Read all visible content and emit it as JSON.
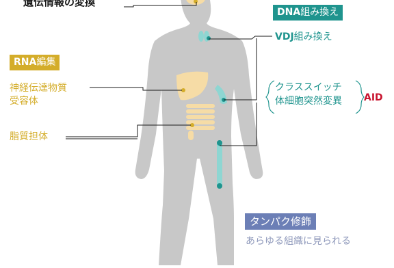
{
  "title": "遺伝情報の変換",
  "dna_tag": {
    "strong": "DNA",
    "rest": "組み換え"
  },
  "vdj": {
    "strong": "VDJ",
    "rest": "組み換え"
  },
  "rna_tag": {
    "strong": "RNA",
    "rest": "編集"
  },
  "rna_targets": [
    "神経伝達物質",
    "受容体"
  ],
  "fat_label": "脂質担体",
  "class_switch": [
    "クラススイッチ",
    "体細胞突然変異"
  ],
  "aid": "AID",
  "protein_tag": "タンパク修飾",
  "tissue_label": "あらゆる組織に見られる",
  "colors": {
    "body": "#c8c8c8",
    "dna": "#1f948e",
    "rna": "#d4ad2a",
    "organ_fill": "#f6dca6",
    "aid": "#c8142f",
    "protein": "#6c7fb6"
  }
}
